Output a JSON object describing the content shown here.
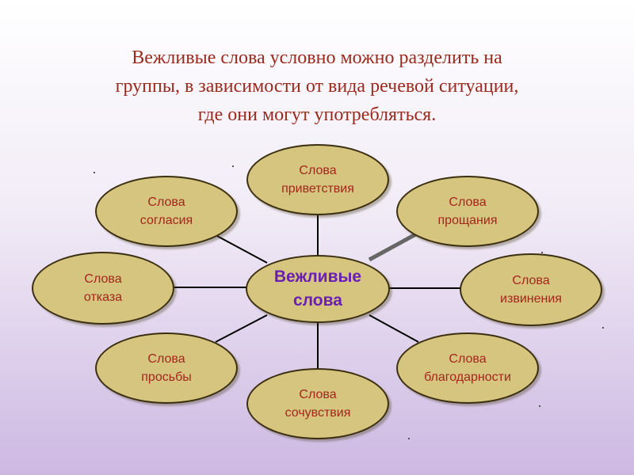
{
  "title": {
    "line1": "Вежливые слова условно можно разделить на",
    "line2": "группы, в зависимости от вида речевой ситуации,",
    "line3": "где они могут употребляться."
  },
  "center": {
    "line1": "Вежливые",
    "line2": "слова"
  },
  "nodes": {
    "greeting": {
      "line1": "Слова",
      "line2": "приветствия"
    },
    "agreement": {
      "line1": "Слова",
      "line2": "согласия"
    },
    "farewell": {
      "line1": "Слова",
      "line2": "прощания"
    },
    "refusal": {
      "line1": "Слова",
      "line2": "отказа"
    },
    "apology": {
      "line1": "Слова",
      "line2": "извинения"
    },
    "request": {
      "line1": "Слова",
      "line2": "просьбы"
    },
    "gratitude": {
      "line1": "Слова",
      "line2": "благодарности"
    },
    "sympathy": {
      "line1": "Слова",
      "line2": "сочувствия"
    }
  },
  "colors": {
    "title": "#9b2a1e",
    "node_fill": "#d6c57f",
    "node_text": "#a3261c",
    "center_text": "#6a1fb3",
    "connector": "#000000"
  }
}
